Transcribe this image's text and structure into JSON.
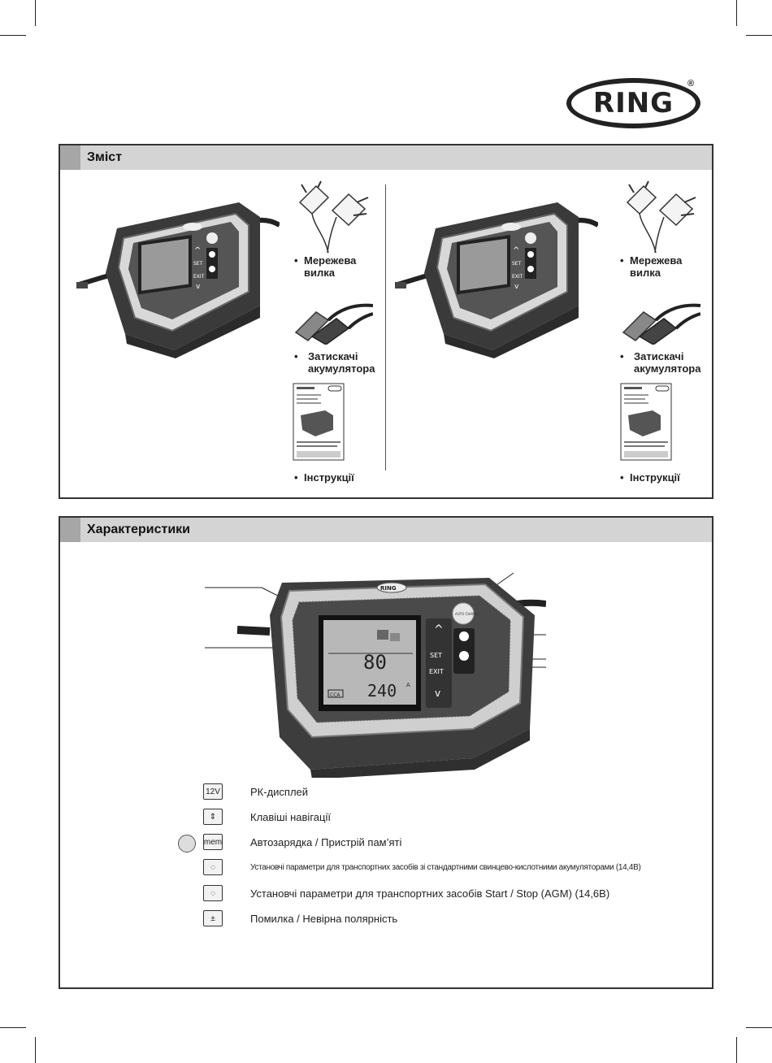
{
  "brand": {
    "name": "RING",
    "reg": "®"
  },
  "contents": {
    "title": "Зміст",
    "left": [
      {
        "bullet": "•",
        "text": "Мережева\nвилка"
      },
      {
        "bullet": "•",
        "text": "Затискачі\nакумулятора"
      },
      {
        "bullet": "•",
        "text": "Інструкції"
      }
    ],
    "right": [
      {
        "bullet": "•",
        "text": "Мережева\nвилка"
      },
      {
        "bullet": "•",
        "text": "Затискачі\nакумулятора"
      },
      {
        "bullet": "•",
        "text": "Інструкції"
      }
    ]
  },
  "device": {
    "brand": "RING",
    "btn_up": "^",
    "btn_set": "SET",
    "btn_exit": "EXIT",
    "btn_down": "v",
    "auto_charge": "AUTO CHARGE",
    "lcd_value": "80",
    "lcd_cca": "240",
    "lcd_cca_label": "CCA",
    "lcd_unit": "A"
  },
  "features": {
    "title": "Характеристики",
    "items": [
      {
        "icon": "lcd-display-icon",
        "icon_text": "12V",
        "text": "РК-дисплей"
      },
      {
        "icon": "navigation-keys-icon",
        "icon_text": "⇕",
        "text": "Клавіші навігації"
      },
      {
        "icon": "auto-charge-memory-icon",
        "icon_text": "mem",
        "text": "Автозарядка / Пристрій пам’яті"
      },
      {
        "icon": "standard-battery-icon",
        "icon_text": "◌",
        "text": "Установчі параметри для транспортних засобів зі стандартними свинцево-кислотними акумуляторами (14,4В)"
      },
      {
        "icon": "start-stop-agm-icon",
        "icon_text": "◌",
        "text": "Установчі параметри для транспортних засобів Start / Stop (AGM) (14,6В)"
      },
      {
        "icon": "polarity-error-icon",
        "icon_text": "±",
        "text": "Помилка / Невірна полярність"
      }
    ]
  }
}
